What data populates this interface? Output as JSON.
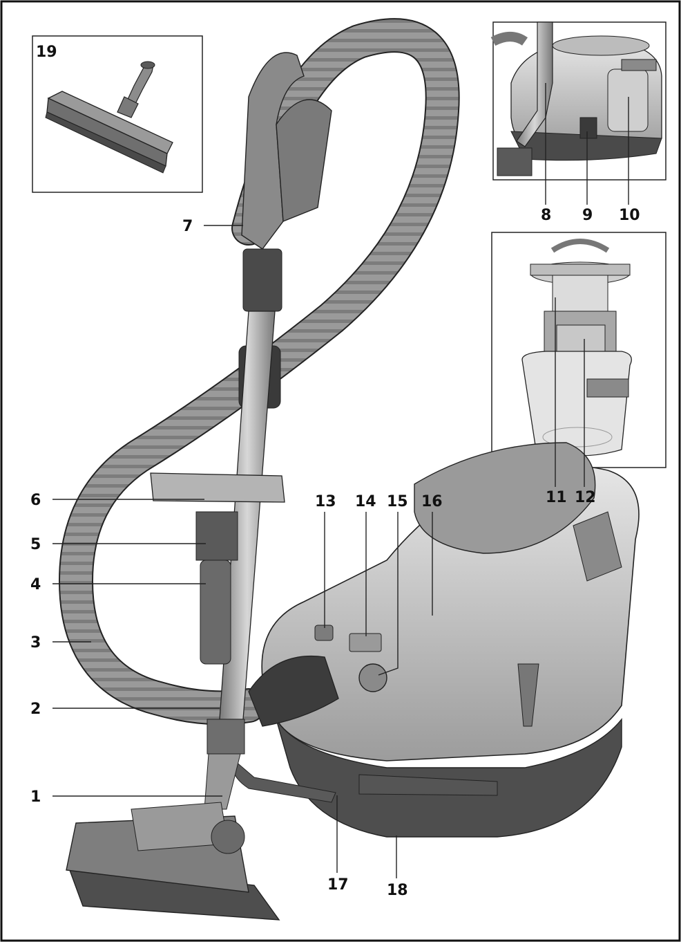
{
  "figure": {
    "callouts": [
      {
        "id": "1",
        "text": "1"
      },
      {
        "id": "2",
        "text": "2"
      },
      {
        "id": "3",
        "text": "3"
      },
      {
        "id": "4",
        "text": "4"
      },
      {
        "id": "5",
        "text": "5"
      },
      {
        "id": "6",
        "text": "6"
      },
      {
        "id": "7",
        "text": "7"
      },
      {
        "id": "8",
        "text": "8"
      },
      {
        "id": "9",
        "text": "9"
      },
      {
        "id": "10",
        "text": "10"
      },
      {
        "id": "11",
        "text": "11"
      },
      {
        "id": "12",
        "text": "12"
      },
      {
        "id": "13",
        "text": "13"
      },
      {
        "id": "14",
        "text": "14"
      },
      {
        "id": "15",
        "text": "15"
      },
      {
        "id": "16",
        "text": "16"
      },
      {
        "id": "17",
        "text": "17"
      },
      {
        "id": "18",
        "text": "18"
      },
      {
        "id": "19",
        "text": "19"
      }
    ]
  },
  "colors": {
    "outline": "#1a1a1a",
    "body_light": "#d9d9d9",
    "body_mid": "#a8a8a8",
    "body_dark": "#6e6e6e",
    "hose": "#9a9a9a",
    "base": "#4a4a4a"
  }
}
